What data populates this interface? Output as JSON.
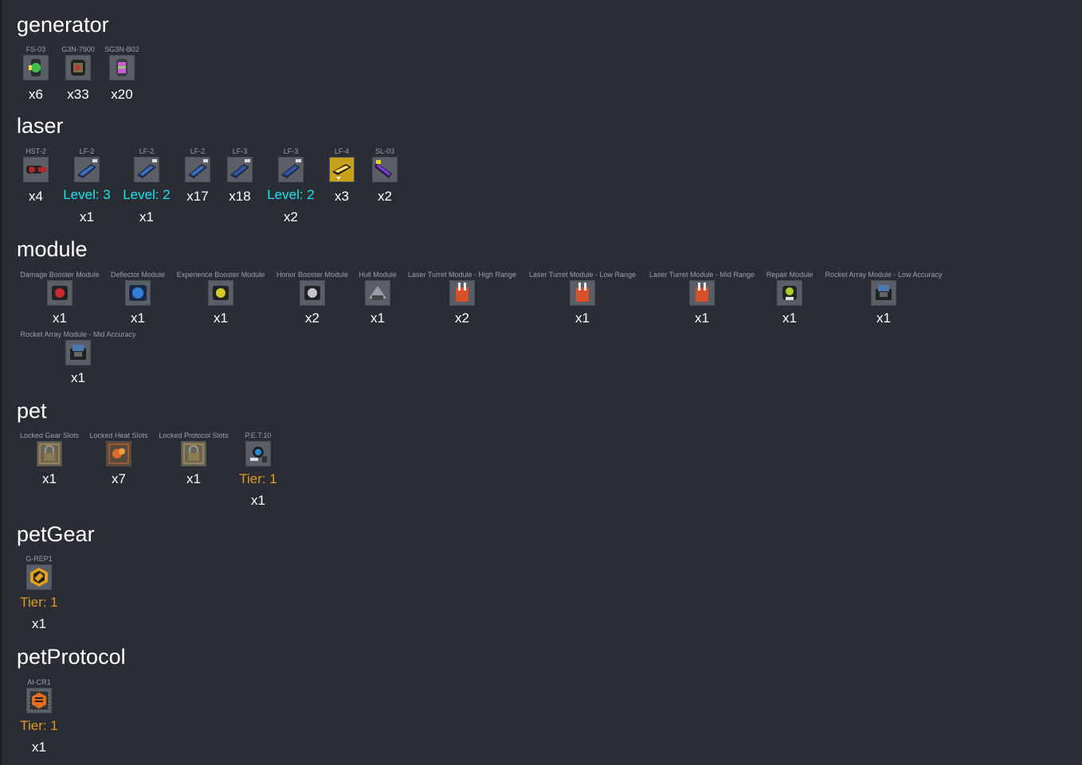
{
  "sections": {
    "generator": {
      "title": "generator",
      "items": [
        {
          "name": "FS-03",
          "count": "x6",
          "icon": "green-generator-icon",
          "color": "#3fbf4a"
        },
        {
          "name": "G3N-7900",
          "count": "x33",
          "icon": "bronze-generator-icon",
          "color": "#7a6a48"
        },
        {
          "name": "SG3N-B02",
          "count": "x20",
          "icon": "pink-generator-icon",
          "color": "#d05ad0"
        }
      ]
    },
    "laser": {
      "title": "laser",
      "items": [
        {
          "name": "HST-2",
          "count": "x4",
          "icon": "red-cannon-icon",
          "color": "#b3242c"
        },
        {
          "name": "LF-2",
          "level": "Level: 3",
          "count": "x1",
          "icon": "blue-laser-icon",
          "color": "#3a6fc4"
        },
        {
          "name": "LF-2",
          "level": "Level: 2",
          "count": "x1",
          "icon": "blue-laser-icon",
          "color": "#3a6fc4"
        },
        {
          "name": "LF-2",
          "count": "x17",
          "icon": "blue-laser-icon",
          "color": "#3a6fc4"
        },
        {
          "name": "LF-3",
          "count": "x18",
          "icon": "blue-laser-icon",
          "color": "#3058a8"
        },
        {
          "name": "LF-3",
          "level": "Level: 2",
          "count": "x2",
          "icon": "blue-laser-icon",
          "color": "#3058a8"
        },
        {
          "name": "LF-4",
          "count": "x3",
          "icon": "gold-laser-icon",
          "color": "#c9a01a"
        },
        {
          "name": "SL-03",
          "count": "x2",
          "icon": "purple-laser-icon",
          "color": "#7a3bd0"
        }
      ]
    },
    "module": {
      "title": "module",
      "items": [
        {
          "name": "Damage Booster Module",
          "count": "x1",
          "icon": "red-module-icon",
          "color": "#c8282f"
        },
        {
          "name": "Deflector Module",
          "count": "x1",
          "icon": "blue-module-icon",
          "color": "#2f7fd8"
        },
        {
          "name": "Experience Booster Module",
          "count": "x1",
          "icon": "yellow-module-icon",
          "color": "#d3cc28"
        },
        {
          "name": "Honor Booster Module",
          "count": "x2",
          "icon": "grey-module-icon",
          "color": "#8a8e96"
        },
        {
          "name": "Hull Module",
          "count": "x1",
          "icon": "hull-module-icon",
          "color": "#9a9ea6"
        },
        {
          "name": "Laser Turret Module - High Range",
          "count": "x2",
          "icon": "orange-turret-icon",
          "color": "#d8502a"
        },
        {
          "name": "Laser Turret Module - Low Range",
          "count": "x1",
          "icon": "orange-turret-icon",
          "color": "#d8502a"
        },
        {
          "name": "Laser Turret Module - Mid Range",
          "count": "x1",
          "icon": "orange-turret-icon",
          "color": "#d8502a"
        },
        {
          "name": "Repair Module",
          "count": "x1",
          "icon": "green-repair-icon",
          "color": "#a8d02a"
        },
        {
          "name": "Rocket Array Module - Low Accuracy",
          "count": "x1",
          "icon": "rocket-array-icon",
          "color": "#4a7ab0"
        },
        {
          "name": "Rocket Array Module - Mid Accuracy",
          "count": "x1",
          "icon": "rocket-array-icon",
          "color": "#4a7ab0"
        }
      ]
    },
    "pet": {
      "title": "pet",
      "items": [
        {
          "name": "Locked Gear Slots",
          "count": "x1",
          "icon": "lock-icon",
          "color": "#c9a24a"
        },
        {
          "name": "Locked Heat Slots",
          "count": "x7",
          "icon": "heat-lock-icon",
          "color": "#e06a2a"
        },
        {
          "name": "Locked Protocol Slots",
          "count": "x1",
          "icon": "lock-icon",
          "color": "#c9a24a"
        },
        {
          "name": "P.E.T.10",
          "level": "Tier: 1",
          "count": "x1",
          "icon": "pet-drone-icon",
          "color": "#2a8ad8"
        }
      ]
    },
    "petGear": {
      "title": "petGear",
      "items": [
        {
          "name": "G-REP1",
          "level": "Tier: 1",
          "count": "x1",
          "icon": "repair-gear-icon",
          "color": "#e0a020"
        }
      ]
    },
    "petProtocol": {
      "title": "petProtocol",
      "items": [
        {
          "name": "AI-CR1",
          "level": "Tier: 1",
          "count": "x1",
          "icon": "protocol-chip-icon",
          "color": "#e07020"
        }
      ]
    }
  }
}
